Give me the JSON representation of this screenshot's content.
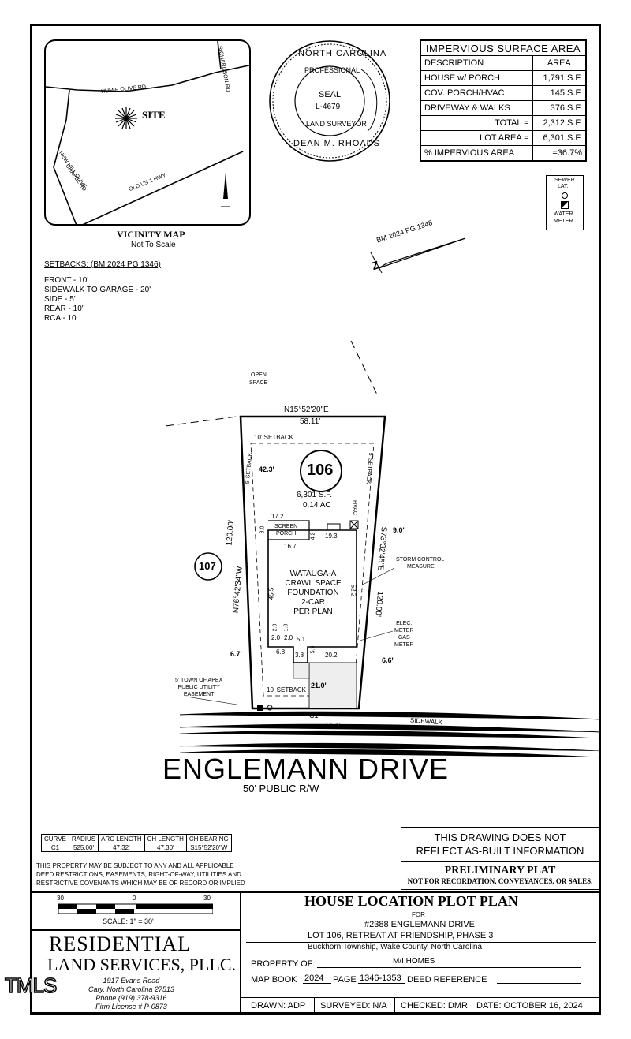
{
  "surface_table": {
    "title": "IMPERVIOUS SURFACE AREA",
    "col_desc": "DESCRIPTION",
    "col_area": "AREA",
    "rows": [
      {
        "desc": "HOUSE w/ PORCH",
        "area": "1,791 S.F."
      },
      {
        "desc": "COV. PORCH/HVAC",
        "area": "145 S.F."
      },
      {
        "desc": "DRIVEWAY & WALKS",
        "area": "376 S.F."
      }
    ],
    "total_label": "TOTAL =",
    "total_value": "2,312 S.F.",
    "lot_label": "LOT AREA =",
    "lot_value": "6,301 S.F.",
    "pct_label": "% IMPERVIOUS AREA",
    "pct_value": "=36.7%"
  },
  "seal": {
    "top": "NORTH CAROLINA",
    "professional": "PROFESSIONAL",
    "seal": "SEAL",
    "number": "L-4679",
    "bottom": "LAND SURVEYOR",
    "name": "DEAN M. RHOADS"
  },
  "vicinity": {
    "title": "VICINITY MAP",
    "subtitle": "Not To Scale",
    "site": "SITE",
    "roads": [
      "HUMIE OLIVE RD",
      "RICHARDSON RD",
      "NEW HILL OLIVE",
      "CHAPEL RD",
      "OLD US 1 HWY"
    ]
  },
  "legend": {
    "sewer": "SEWER",
    "lat": "LAT.",
    "water": "WATER",
    "meter": "METER"
  },
  "bm_ref": "BM 2024 PG 1348",
  "setbacks": {
    "title": "SETBACKS: (BM 2024 PG 1346)",
    "items": [
      "FRONT - 10'",
      "SIDEWALK TO GARAGE - 20'",
      "SIDE - 5'",
      "REAR - 10'",
      "RCA - 10'"
    ]
  },
  "plan": {
    "open_space": [
      "OPEN",
      "SPACE"
    ],
    "bearing_top": "N15°52'20\"E",
    "dist_top": "58.11'",
    "bearing_left": "N76°42'34\"W",
    "dist_left": "120.00'",
    "bearing_right": "S73°32'45\"E",
    "dist_right": "120.00'",
    "setback_rear": "10' SETBACK",
    "setback_front": "10' SETBACK",
    "setback_side_l": "5' SETBACK",
    "setback_side_r": "5' SETBACK",
    "lot_no": "106",
    "neighbor_lot": "107",
    "lot_area_sf": "6,301 S.F.",
    "lot_area_ac": "0.14 AC",
    "house": [
      "WATAUGA-A",
      "CRAWL SPACE",
      "FOUNDATION",
      "2-CAR",
      "PER PLAN"
    ],
    "porch": [
      "SCREEN",
      "PORCH"
    ],
    "hvac": "HVAC",
    "storm": [
      "STORM CONTROL",
      "MEASURE"
    ],
    "elec": [
      "ELEC.",
      "METER",
      "GAS",
      "METER"
    ],
    "easement": [
      "5' TOWN OF APEX",
      "PUBLIC UTILITY",
      "EASEMENT"
    ],
    "sidewalk": "SIDEWALK",
    "curve_label": "C1",
    "dims": {
      "d423": "42.3'",
      "d172": "17.2",
      "d80": "8.0",
      "d42": "4.2",
      "d193": "19.3",
      "d90": "9.0'",
      "d167": "16.7",
      "d455": "45.5",
      "d522": "52.2",
      "d20a": "2.0",
      "d10": "1.0",
      "d20b": "2.0",
      "d20c": "2.0",
      "d51": "5.1",
      "d68": "6.8",
      "d38": "3.8",
      "d59": "5.9",
      "d202": "20.2",
      "d67": "6.7'",
      "d66": "6.6'",
      "d210": "21.0'",
      "d160": "16.0'"
    }
  },
  "street": {
    "name": "ENGLEMANN DRIVE",
    "rw": "50' PUBLIC R/W"
  },
  "curve_table": {
    "headers": [
      "CURVE",
      "RADIUS",
      "ARC LENGTH",
      "CH LENGTH",
      "CH BEARING"
    ],
    "row": [
      "C1",
      "525.00'",
      "47.32'",
      "47.30'",
      "S15°52'20\"W"
    ]
  },
  "restrictions": [
    "THIS PROPERTY MAY BE SUBJECT TO ANY AND ALL APPLICABLE",
    "DEED RESTRICTIONS, EASEMENTS, RIGHT-OF-WAY, UTILITIES AND",
    "RESTRICTIVE COVENANTS WHICH MAY BE OF RECORD OR IMPLIED"
  ],
  "notice": [
    "THIS DRAWING DOES NOT",
    "REFLECT AS-BUILT INFORMATION"
  ],
  "prelim": {
    "title": "PRELIMINARY PLAT",
    "sub": "NOT FOR RECORDATION, CONVEYANCES, OR SALES."
  },
  "scale": {
    "left": "30",
    "mid": "0",
    "right": "30",
    "label": "SCALE: 1\" = 30'"
  },
  "company": {
    "name1": "RESIDENTIAL",
    "name2": "LAND SERVICES, PLLC.",
    "addr1": "1917 Evans Road",
    "addr2": "Cary, North Carolina 27513",
    "phone": "Phone (919) 378-9316",
    "license": "Firm License # P-0873"
  },
  "title_block": {
    "title": "HOUSE LOCATION PLOT PLAN",
    "for": "FOR",
    "address": "#2388 ENGLEMANN DRIVE",
    "lot": "LOT 106, RETREAT AT FRIENDSHIP, PHASE 3",
    "township": "Buckhorn Township, Wake County, North Carolina",
    "prop_label": "PROPERTY OF:",
    "prop_value": "M/I HOMES",
    "map_label": "MAP BOOK",
    "map_book": "2024",
    "page_label": "PAGE",
    "page_value": "1346-1353",
    "deed_label": "DEED REFERENCE"
  },
  "footer": {
    "drawn": "DRAWN: ADP",
    "surveyed": "SURVEYED: N/A",
    "checked": "CHECKED: DMR",
    "date": "DATE: OCTOBER 16, 2024"
  },
  "watermark": "TMLS"
}
